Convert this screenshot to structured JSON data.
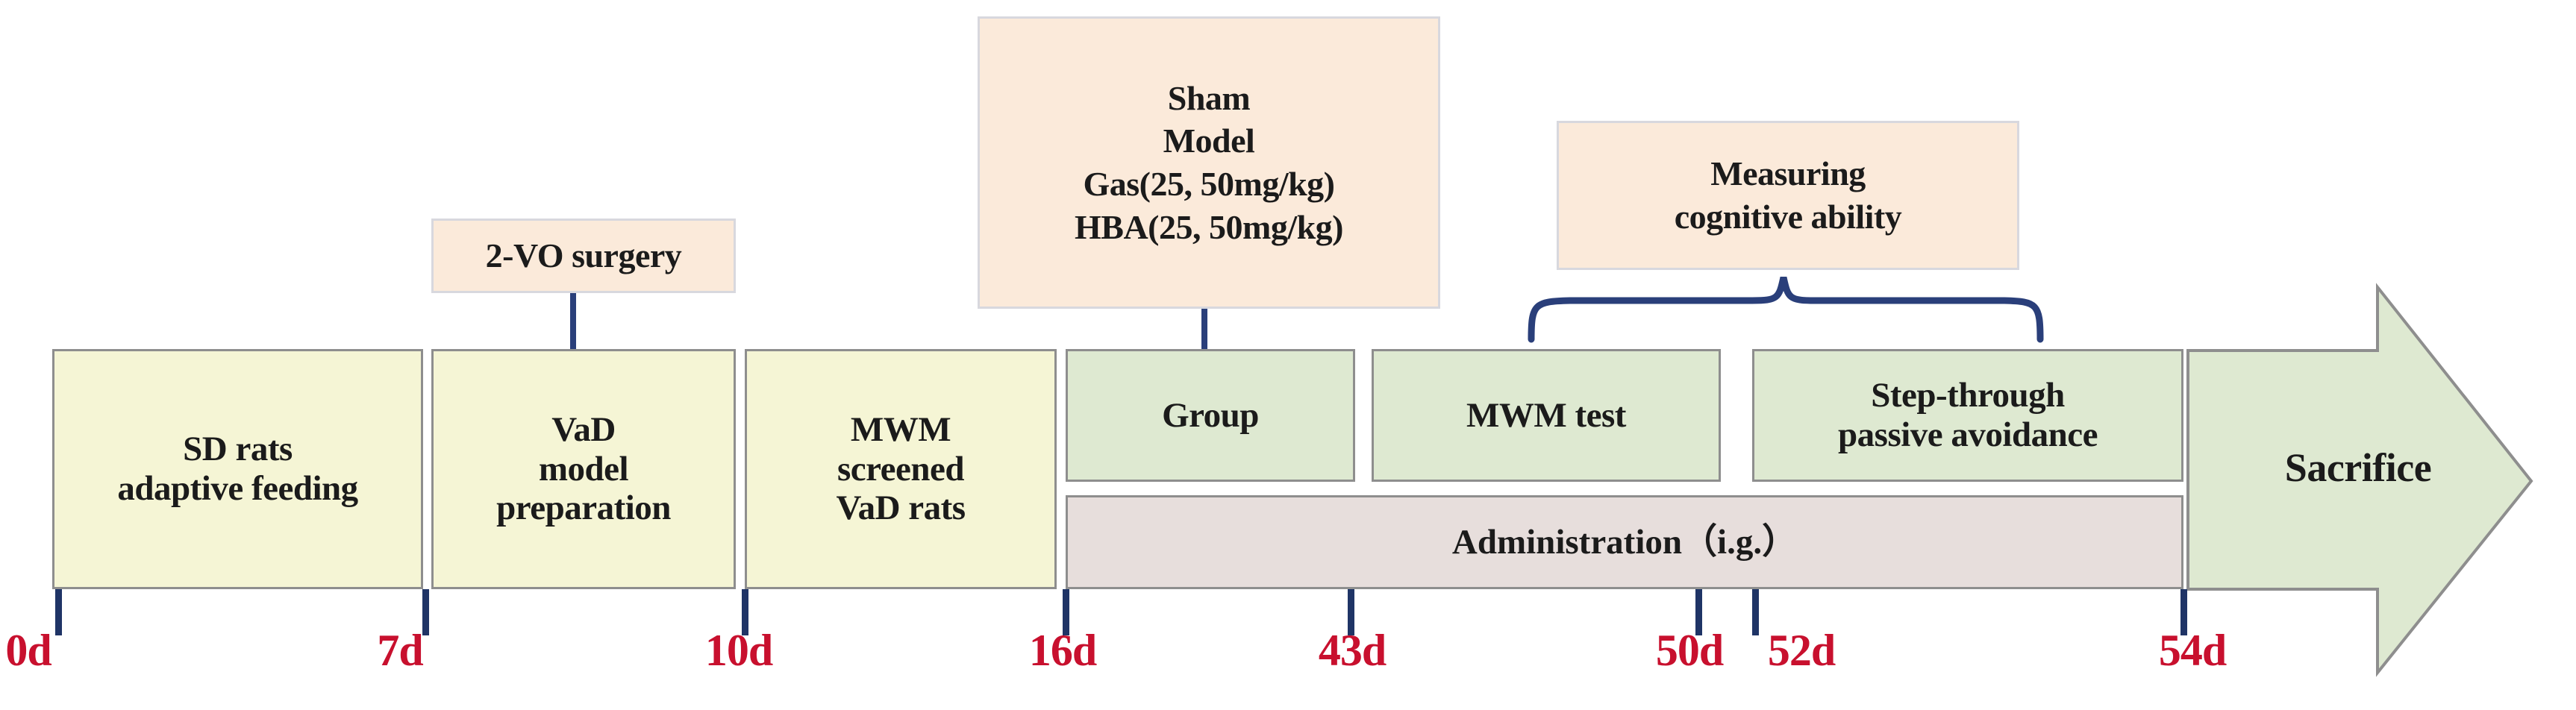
{
  "diagram": {
    "title": "Experimental timeline for VaD rat study",
    "colors": {
      "phase_fill": "#f5f5d5",
      "stage_fill": "#dee9d1",
      "admin_fill": "#e7dedc",
      "callout_fill": "#fbeada",
      "box_border": "#8e8e8e",
      "callout_border": "#d8d8de",
      "tick": "#1f3466",
      "brace": "#2a3f7a",
      "day_label": "#c8102e",
      "text": "#1b1b1b"
    }
  },
  "phases": [
    {
      "id": "sd-rats",
      "lines": [
        "SD rats",
        "adaptive feeding"
      ]
    },
    {
      "id": "vad-model",
      "lines": [
        "VaD",
        "model",
        "preparation"
      ]
    },
    {
      "id": "mwm-screen",
      "lines": [
        "MWM",
        "screened",
        "VaD rats"
      ]
    }
  ],
  "stages": [
    {
      "id": "group",
      "lines": [
        "Group"
      ]
    },
    {
      "id": "mwm-test",
      "lines": [
        "MWM test"
      ]
    },
    {
      "id": "step-through",
      "lines": [
        "Step-through",
        "passive avoidance"
      ]
    }
  ],
  "administration": {
    "label": "Administration（i.g.）"
  },
  "sacrifice": {
    "label": "Sacrifice"
  },
  "callouts": [
    {
      "id": "surgery",
      "lines": [
        "2-VO surgery"
      ]
    },
    {
      "id": "grouping",
      "lines": [
        "Sham",
        "Model",
        "Gas(25, 50mg/kg)",
        "HBA(25, 50mg/kg)"
      ]
    },
    {
      "id": "measuring",
      "lines": [
        "Measuring",
        "cognitive ability"
      ]
    }
  ],
  "timeline": {
    "days": [
      {
        "label": "0d"
      },
      {
        "label": "7d"
      },
      {
        "label": "10d"
      },
      {
        "label": "16d"
      },
      {
        "label": "43d"
      },
      {
        "label": "50d"
      },
      {
        "label": "52d"
      },
      {
        "label": "54d"
      }
    ]
  }
}
